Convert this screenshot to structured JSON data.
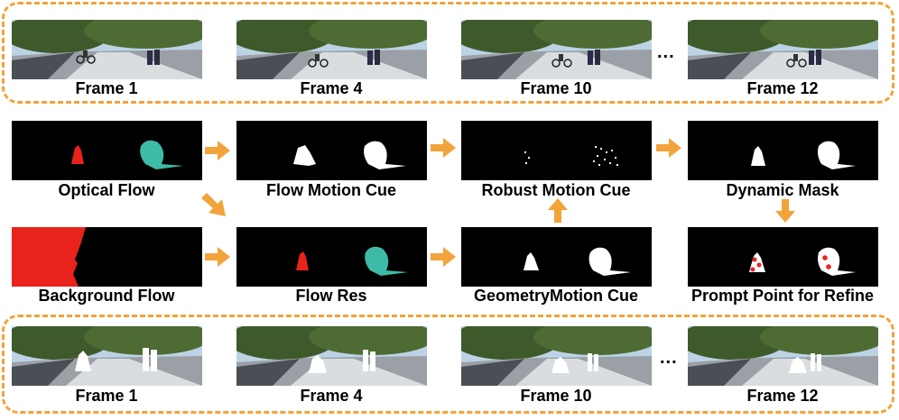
{
  "top_frames": [
    {
      "label": "Frame 1"
    },
    {
      "label": "Frame 4"
    },
    {
      "label": "Frame 10"
    },
    {
      "label": "Frame 12"
    }
  ],
  "top_ellipsis": "...",
  "pipeline_row1": [
    {
      "label": "Optical Flow"
    },
    {
      "label": "Flow Motion Cue"
    },
    {
      "label": "Robust Motion Cue"
    },
    {
      "label": "Dynamic Mask"
    }
  ],
  "pipeline_row2": [
    {
      "label": "Background Flow"
    },
    {
      "label": "Flow Res"
    },
    {
      "label": "GeometryMotion Cue"
    },
    {
      "label": "Prompt Point for Refine"
    }
  ],
  "bottom_frames": [
    {
      "label": "Frame 1"
    },
    {
      "label": "Frame 4"
    },
    {
      "label": "Frame 10"
    },
    {
      "label": "Frame 12"
    }
  ],
  "bottom_ellipsis": "...",
  "colors": {
    "accent_orange": "#f2a33a",
    "flow_red": "#e8231c",
    "flow_teal": "#3dbba8",
    "mask_white": "#ffffff"
  }
}
